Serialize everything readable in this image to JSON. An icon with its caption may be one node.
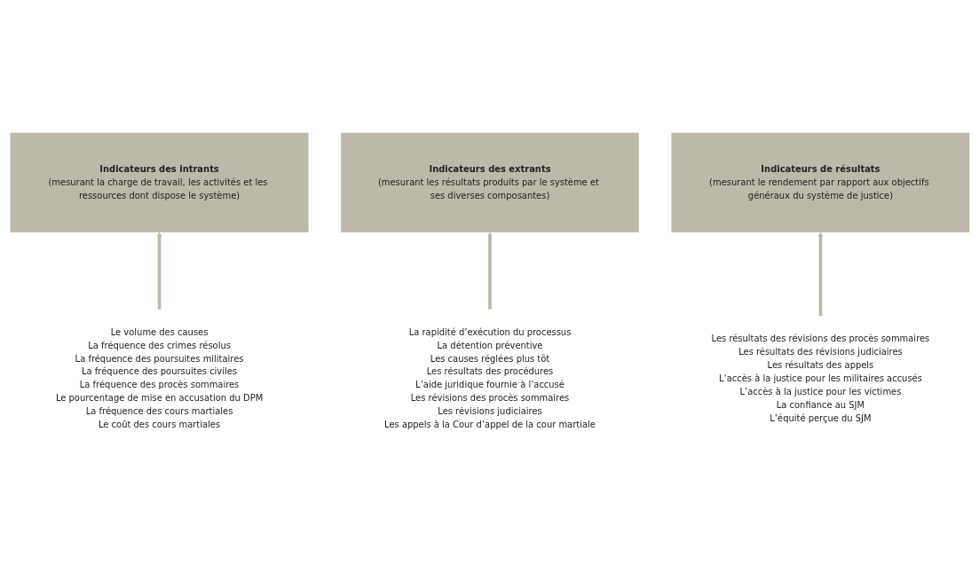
{
  "diagram": {
    "nodes": [
      {
        "text": [
          "Indicateurs des intrants",
          "(mesurant la charge de travail, les activités et les ressources dont dispose le système)"
        ]
      },
      {
        "text": [
          "Indicateurs des extrants",
          "(mesurant les résultats produits par le système et ses diverses composantes)"
        ]
      },
      {
        "text": [
          "Indicateurs de résultats",
          "(mesurant le rendement par rapport aux objectifs généraux du système de justice)"
        ]
      },
      {
        "text": [
          "Le volume des causes",
          "La fréquence des crimes résolus",
          "La fréquence des poursuites militaires",
          "La fréquence des poursuites civiles",
          "La fréquence des procès sommaires",
          "Le pourcentage de mise en accusation du DPM",
          "La fréquence des cours martiales",
          "Le coût des cours martiales"
        ]
      },
      {
        "text": [
          "La rapidité d’exécution du processus",
          "La détention préventive",
          "Les causes réglées plus tôt",
          "Les résultats des procédures",
          "L’aide juridique fournie à l’accusé",
          "Les révisions des procès sommaires",
          "Les révisions judiciaires",
          "Les appels à la Cour d’appel de la cour martiale"
        ]
      },
      {
        "text": [
          "Les résultats des révisions des procès sommaires",
          "Les résultats des révisions judiciaires",
          "Les résultats des appels",
          "L’accès à la justice pour les militaires accusés",
          "L’accès à la justice pour les victimes",
          "La confiance au SJM",
          "L’équité perçue du SJM"
        ]
      }
    ],
    "edges": [
      {
        "from": 3,
        "to": 0,
        "arrow": "to"
      },
      {
        "from": 4,
        "to": 1,
        "arrow": "to"
      },
      {
        "from": 5,
        "to": 2,
        "arrow": "to"
      }
    ]
  }
}
